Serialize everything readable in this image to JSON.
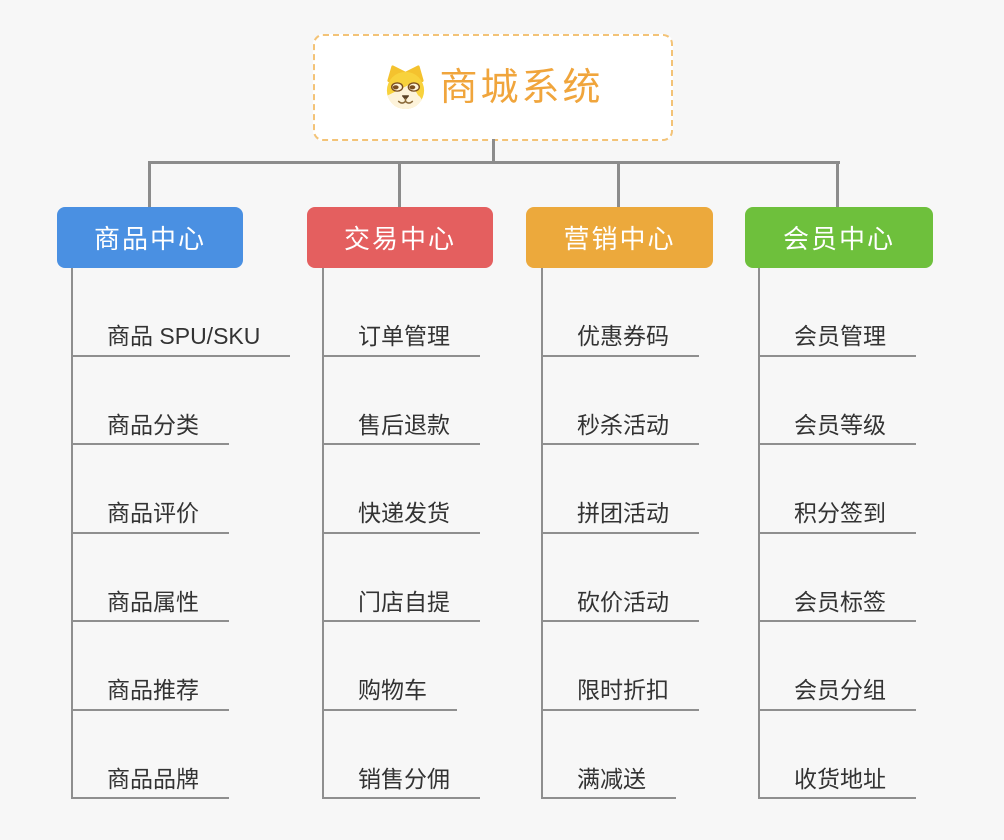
{
  "page": {
    "background": "#f7f7f7",
    "connector_color": "#8c8c8c",
    "subtopic_text_color": "#333333"
  },
  "root": {
    "title": "商城系统",
    "icon": "dog-face-icon",
    "text_color": "#f0a53c",
    "border_color": "#f3c377"
  },
  "branches": [
    {
      "label": "商品中心",
      "color": "#4a90e2",
      "items": [
        "商品 SPU/SKU",
        "商品分类",
        "商品评价",
        "商品属性",
        "商品推荐",
        "商品品牌"
      ]
    },
    {
      "label": "交易中心",
      "color": "#e45f5f",
      "items": [
        "订单管理",
        "售后退款",
        "快递发货",
        "门店自提",
        "购物车",
        "销售分佣"
      ]
    },
    {
      "label": "营销中心",
      "color": "#eca93c",
      "items": [
        "优惠券码",
        "秒杀活动",
        "拼团活动",
        "砍价活动",
        "限时折扣",
        "满减送"
      ]
    },
    {
      "label": "会员中心",
      "color": "#6ec03c",
      "items": [
        "会员管理",
        "会员等级",
        "积分签到",
        "会员标签",
        "会员分组",
        "收货地址"
      ]
    }
  ]
}
